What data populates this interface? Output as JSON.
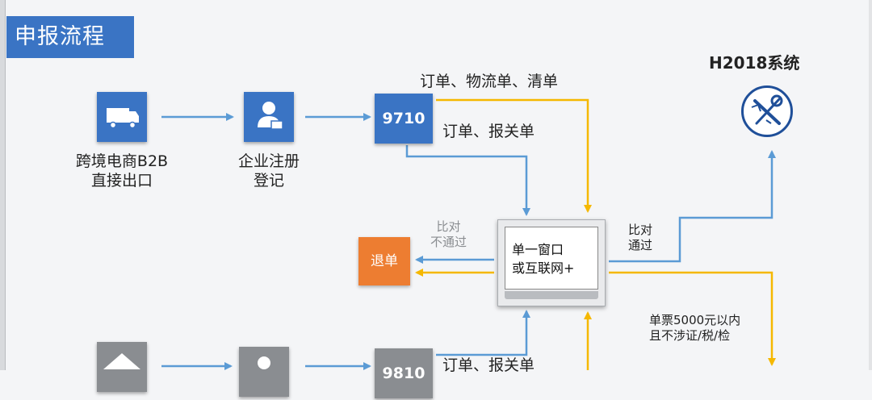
{
  "title": "申报流程",
  "nodes": {
    "b2b_export": {
      "label": "跨境电商B2B\n直接出口",
      "icon": "truck-icon"
    },
    "registration": {
      "label": "企业注册\n登记",
      "icon": "person-at-desk-icon"
    },
    "code_9710": {
      "label": "9710"
    },
    "code_9810": {
      "label": "9810"
    },
    "single_window": {
      "label": "单一窗口\n或互联网+",
      "icon": "computer-monitor-icon"
    },
    "return": {
      "label": "退单"
    },
    "system": {
      "label": "H2018系统",
      "icon": "customs-emblem-icon"
    },
    "warehouse": {
      "icon": "warehouse-icon"
    },
    "registration_bottom": {
      "icon": "person-icon"
    }
  },
  "edges": {
    "yellow_top": "订单、物流单、清单",
    "blue_9710": "订单、报关单",
    "reject": "比对\n不通过",
    "pass": "比对\n通过",
    "threshold": "单票5000元以内\n且不涉证/税/检",
    "blue_9810": "订单、报关单"
  },
  "colors": {
    "primary_blue": "#3a74c4",
    "arrow_blue": "#5b9bd5",
    "arrow_yellow": "#f5b800",
    "return_orange": "#ed7d31",
    "gray_tile": "#8a8d91",
    "emblem_navy": "#1f4f99"
  }
}
